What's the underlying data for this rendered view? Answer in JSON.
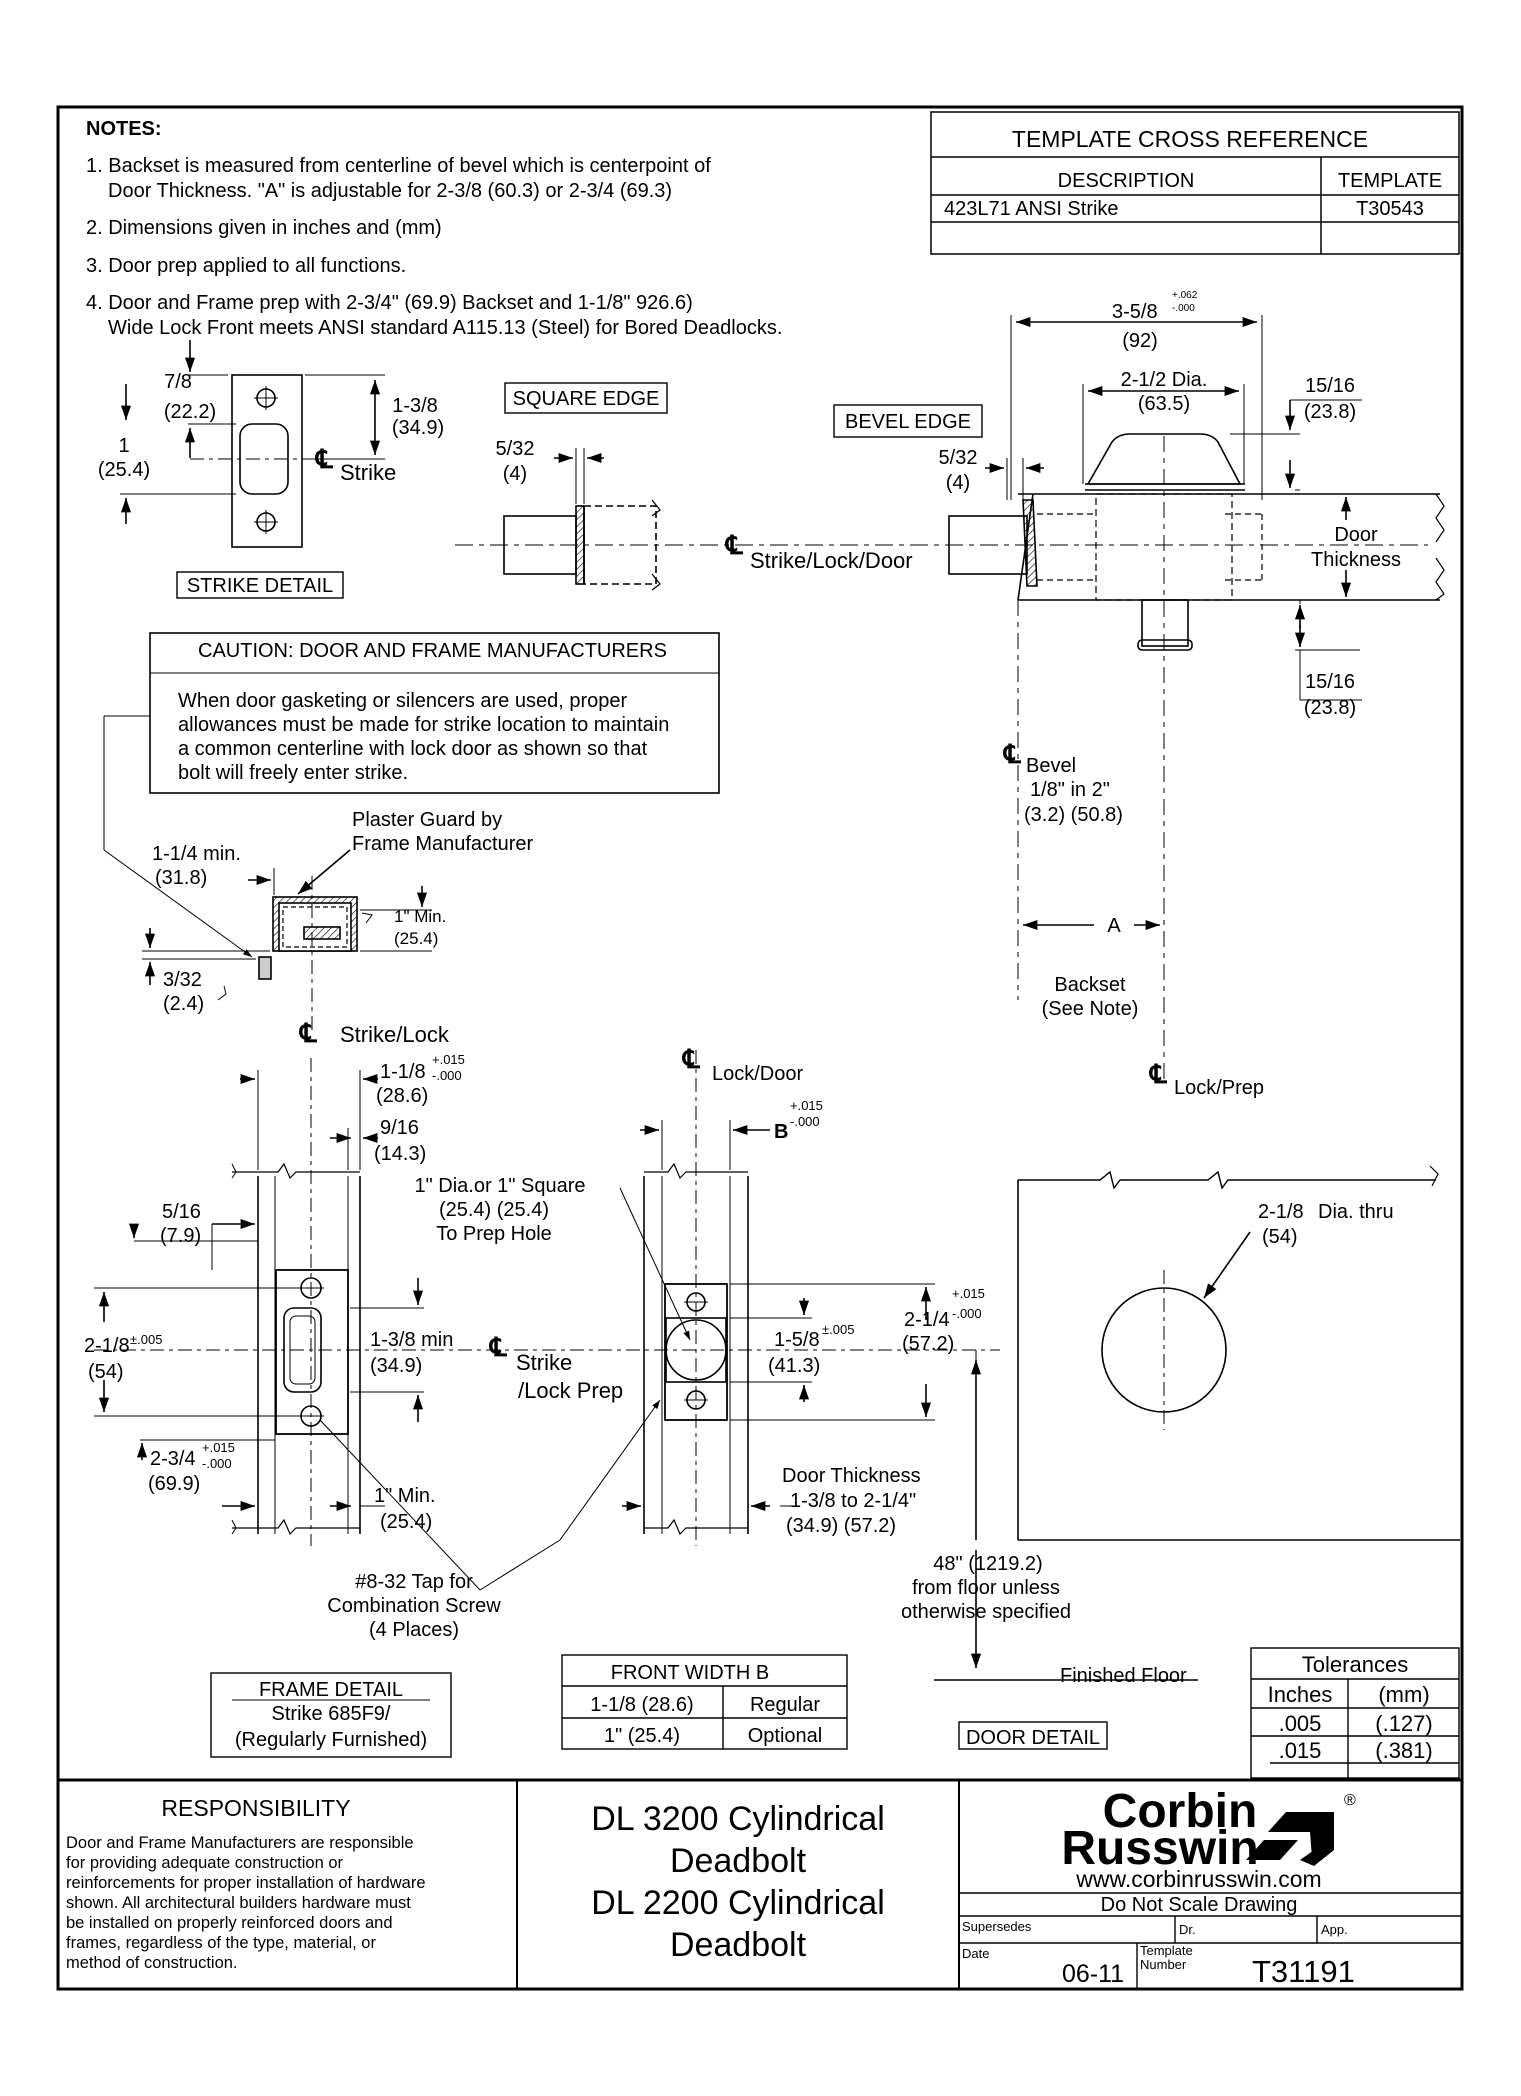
{
  "notes": {
    "heading": "NOTES:",
    "n1a": "1. Backset is measured from centerline of bevel which is centerpoint of",
    "n1b": "Door Thickness. \"A\" is adjustable for 2-3/8 (60.3) or 2-3/4 (69.3)",
    "n2": "2. Dimensions given in inches and (mm)",
    "n3": "3. Door prep applied to all functions.",
    "n4a": "4. Door and Frame prep with 2-3/4\" (69.9) Backset and 1-1/8\" 926.6)",
    "n4b": "Wide Lock Front meets ANSI standard A115.13 (Steel) for Bored Deadlocks."
  },
  "cross_reference": {
    "title": "TEMPLATE CROSS REFERENCE",
    "col_description": "DESCRIPTION",
    "col_template": "TEMPLATE",
    "row1_description": "423L71 ANSI Strike",
    "row1_template": "T30543"
  },
  "strike_detail": {
    "d_7_8": "7/8",
    "d_22_2": "(22.2)",
    "d_1": "1",
    "d_25_4": "(25.4)",
    "d_1_3_8": "1-3/8",
    "d_34_9": "(34.9)",
    "cl": "℄",
    "strike": "Strike",
    "label": "STRIKE DETAIL"
  },
  "square_edge": {
    "label": "SQUARE EDGE",
    "d_5_32": "5/32",
    "d_4": "(4)"
  },
  "bevel_edge": {
    "label": "BEVEL EDGE",
    "d_5_32": "5/32",
    "d_4": "(4)"
  },
  "centerline_strike_lock_door": "Strike/Lock/Door",
  "lock_top": {
    "d_3_5_8": "3-5/8",
    "tol_plus": "+.062",
    "tol_minus": "-.000",
    "d_92": "(92)",
    "d_2_1_2": "2-1/2 Dia.",
    "d_63_5": "(63.5)",
    "d_15_16_top": "15/16",
    "d_23_8_top": "(23.8)",
    "door_thickness_1": "Door",
    "door_thickness_2": "Thickness",
    "d_15_16_bot": "15/16",
    "d_23_8_bot": "(23.8)",
    "bevel": "Bevel",
    "bevel_ratio": "1/8\" in 2\"",
    "bevel_mm": "(3.2) (50.8)",
    "a_label": "A",
    "backset": "Backset",
    "see_note": "(See Note)",
    "lock_prep": "Lock/Prep"
  },
  "caution": {
    "title": "CAUTION: DOOR AND FRAME MANUFACTURERS",
    "l1": "When door gasketing or silencers are used, proper",
    "l2": "allowances must be made for strike location to maintain",
    "l3": "a common centerline with lock door as shown so that",
    "l4": "bolt will freely enter strike."
  },
  "plaster_guard": {
    "l1": "Plaster Guard by",
    "l2": "Frame Manufacturer",
    "d_1_1_4": "1-1/4 min.",
    "d_31_8": "(31.8)",
    "d_1_min": "1\" Min.",
    "d_25_4": "(25.4)",
    "d_3_32": "3/32",
    "d_2_4": "(2.4)"
  },
  "frame": {
    "strike_lock": "Strike/Lock",
    "d_1_1_8": "1-1/8",
    "tol_plus": "+.015",
    "tol_minus": "-.000",
    "d_28_6": "(28.6)",
    "d_9_16": "9/16",
    "d_14_3": "(14.3)",
    "d_5_16": "5/16",
    "d_7_9": "(7.9)",
    "d_2_1_8": "2-1/8",
    "tol_pm": "±.005",
    "d_54": "(54)",
    "d_1_3_8": "1-3/8 min",
    "d_34_9": "(34.9)",
    "d_2_3_4": "2-3/4",
    "tol2_plus": "+.015",
    "tol2_minus": "-.000",
    "d_69_9": "(69.9)",
    "d_1_min": "1\" Min.",
    "d_25_4": "(25.4)",
    "tap_1": "#8-32 Tap for",
    "tap_2": "Combination Screw",
    "tap_3": "(4 Places)",
    "strike_lock_prep_1": "Strike",
    "strike_lock_prep_2": "/Lock Prep",
    "detail_title": "FRAME DETAIL",
    "detail_l1": "Strike 685F9/",
    "detail_l2": "(Regularly Furnished)"
  },
  "door_edge": {
    "lock_door": "Lock/Door",
    "b_label": "B",
    "tol_plus": "+.015",
    "tol_minus": "-.000",
    "hole_1": "1\" Dia.or 1\" Square",
    "hole_2": "(25.4) (25.4)",
    "hole_3": "To Prep Hole",
    "d_1_5_8": "1-5/8",
    "tol_pm": "±.005",
    "d_41_3": "(41.3)",
    "d_2_1_4": "2-1/4",
    "tol2_plus": "+.015",
    "tol2_minus": "-.000",
    "d_57_2": "(57.2)",
    "thick_1": "Door Thickness",
    "thick_2": "1-3/8 to 2-1/4\"",
    "thick_3": "(34.9)   (57.2)"
  },
  "door_face": {
    "d_2_1_8": "2-1/8",
    "dia_thru": "Dia. thru",
    "d_54": "(54)",
    "h_1": "48\" (1219.2)",
    "h_2": "from floor unless",
    "h_3": "otherwise specified",
    "finished_floor": "Finished Floor",
    "detail_label": "DOOR DETAIL"
  },
  "front_width": {
    "title": "FRONT WIDTH B",
    "r1c1": "1-1/8 (28.6)",
    "r1c2": "Regular",
    "r2c1": "1\" (25.4)",
    "r2c2": "Optional"
  },
  "tolerances": {
    "title": "Tolerances",
    "inches": "Inches",
    "mm": "(mm)",
    "r1c1": ".005",
    "r1c2": "(.127)",
    "r2c1": ".015",
    "r2c2": "(.381)"
  },
  "responsibility": {
    "title": "RESPONSIBILITY",
    "l1": "Door and Frame Manufacturers are responsible",
    "l2": "for providing adequate construction or",
    "l3": "reinforcements for proper installation of hardware",
    "l4": "shown. All architectural builders hardware must",
    "l5": "be installed on properly reinforced doors and",
    "l6": "frames, regardless of the type, material, or",
    "l7": "method of construction."
  },
  "product": {
    "l1": "DL 3200 Cylindrical",
    "l2": "Deadbolt",
    "l3": "DL 2200 Cylindrical",
    "l4": "Deadbolt"
  },
  "title_block": {
    "brand_1": "Corbin",
    "brand_2": "Russwin",
    "registered": "®",
    "website": "www.corbinrusswin.com",
    "do_not_scale": "Do Not Scale Drawing",
    "supersedes": "Supersedes",
    "dr": "Dr.",
    "app": "App.",
    "date_label": "Date",
    "date_value": "06-11",
    "template_label_1": "Template",
    "template_label_2": "Number",
    "template_number": "T31191"
  }
}
